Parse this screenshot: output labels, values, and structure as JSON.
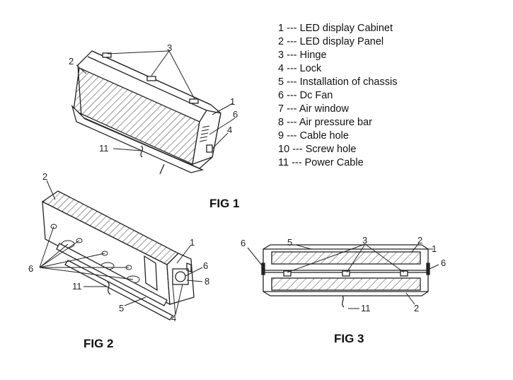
{
  "legend": [
    {
      "number": "1",
      "sep": "---",
      "name": "LED display Cabinet"
    },
    {
      "number": "2",
      "sep": "---",
      "name": "LED display Panel"
    },
    {
      "number": "3",
      "sep": "---",
      "name": "Hinge"
    },
    {
      "number": "4",
      "sep": "---",
      "name": "Lock"
    },
    {
      "number": "5",
      "sep": "---",
      "name": "Installation of chassis"
    },
    {
      "number": "6",
      "sep": "---",
      "name": "Dc Fan"
    },
    {
      "number": "7",
      "sep": "---",
      "name": "Air window"
    },
    {
      "number": "8",
      "sep": "---",
      "name": "Air pressure bar"
    },
    {
      "number": "9",
      "sep": "---",
      "name": "Cable hole"
    },
    {
      "number": "10",
      "sep": "---",
      "name": "Screw hole"
    },
    {
      "number": "11",
      "sep": "---",
      "name": "Power Cable"
    }
  ],
  "figures": {
    "fig1": {
      "label": "FIG 1",
      "callouts": {
        "c2": "2",
        "c3": "3",
        "c1": "1",
        "c6": "6",
        "c4": "4",
        "c11": "11"
      }
    },
    "fig2": {
      "label": "FIG 2",
      "callouts": {
        "c2": "2",
        "c1": "1",
        "c6a": "6",
        "c6b": "6",
        "c8": "8",
        "c11": "11",
        "c5": "5",
        "c4": "4"
      }
    },
    "fig3": {
      "label": "FIG 3",
      "callouts": {
        "c6a": "6",
        "c5": "5",
        "c3": "3",
        "c2a": "2",
        "c1": "1",
        "c6b": "6",
        "c11": "11",
        "c2b": "2"
      }
    }
  },
  "colors": {
    "ink": "#222222",
    "background": "#ffffff"
  }
}
